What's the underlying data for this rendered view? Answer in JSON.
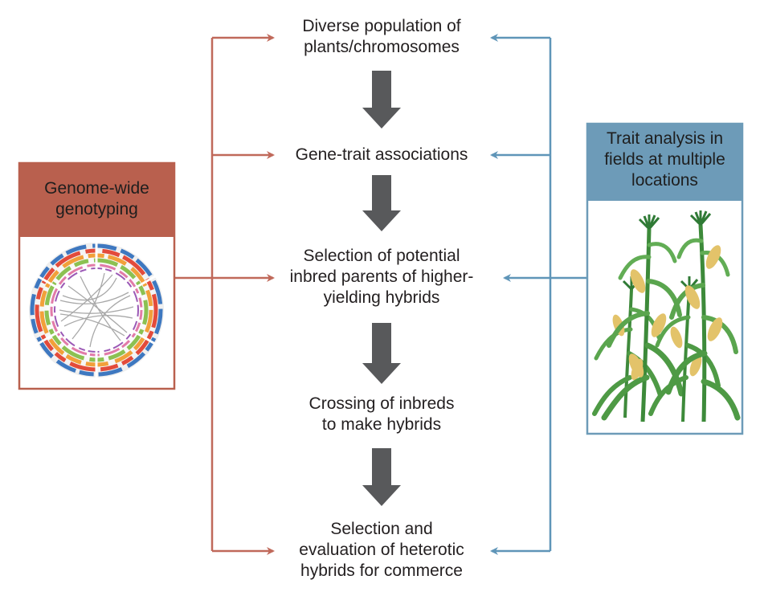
{
  "steps": [
    {
      "label": "Diverse population of\nplants/chromosomes"
    },
    {
      "label": "Gene-trait associations"
    },
    {
      "label": "Selection of potential\ninbred parents of higher-\nyielding hybrids"
    },
    {
      "label": "Crossing of inbreds\nto make hybrids"
    },
    {
      "label": "Selection and\nevaluation of heterotic\nhybrids for commerce"
    }
  ],
  "left_box": {
    "title": "Genome-wide\ngenotyping",
    "color": "#b9604e"
  },
  "right_box": {
    "title": "Trait analysis in\nfields at multiple\nlocations",
    "color": "#6d9bb8"
  },
  "colors": {
    "flow_arrow": "#58595b",
    "left_connector": "#c0695a",
    "right_connector": "#5f95b8"
  }
}
